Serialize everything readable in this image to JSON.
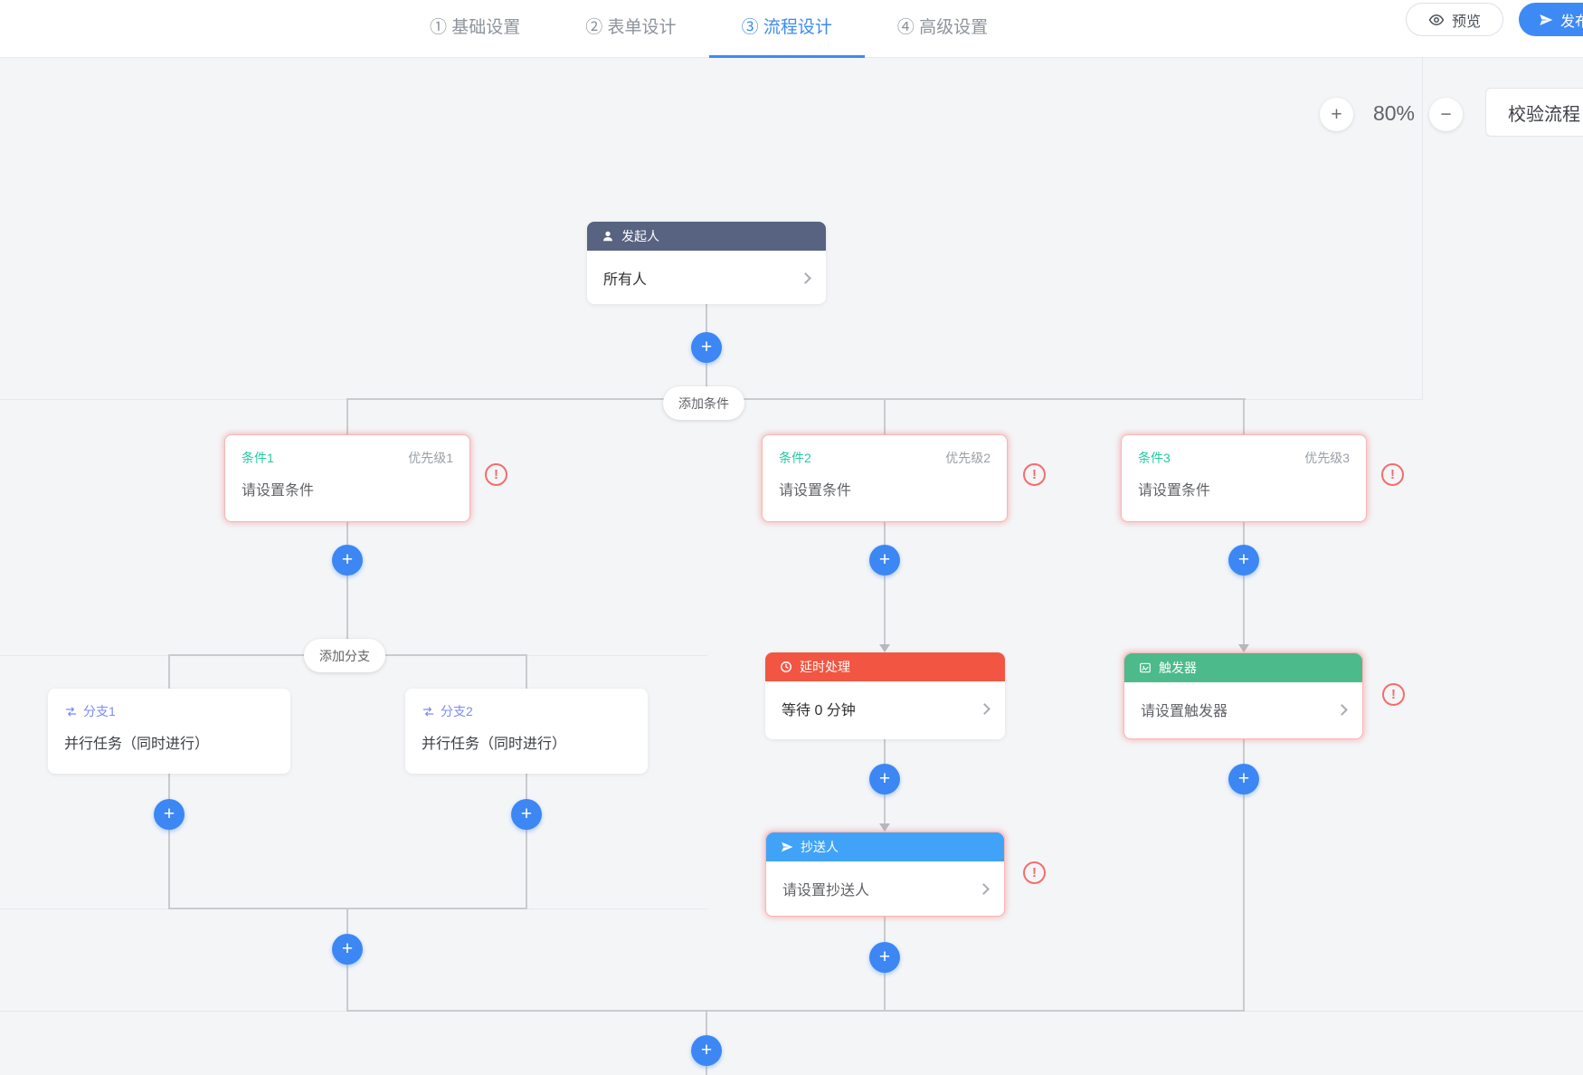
{
  "header": {
    "steps": [
      {
        "label": "① 基础设置",
        "active": false
      },
      {
        "label": "② 表单设计",
        "active": false
      },
      {
        "label": "③ 流程设计",
        "active": true
      },
      {
        "label": "④ 高级设置",
        "active": false
      }
    ],
    "preview_label": "预览",
    "publish_label": "发布"
  },
  "toolbar": {
    "zoom_in_label": "+",
    "zoom_out_label": "−",
    "zoom_level": "80%",
    "validate_label": "校验流程"
  },
  "glyphs": {
    "plus": "+",
    "warning": "!"
  },
  "flow": {
    "initiator": {
      "title": "发起人",
      "value": "所有人"
    },
    "add_condition_label": "添加条件",
    "add_branch_label": "添加分支",
    "conditions": [
      {
        "name": "条件1",
        "priority": "优先级1",
        "value": "请设置条件"
      },
      {
        "name": "条件2",
        "priority": "优先级2",
        "value": "请设置条件"
      },
      {
        "name": "条件3",
        "priority": "优先级3",
        "value": "请设置条件"
      }
    ],
    "branches": [
      {
        "name": "分支1",
        "value": "并行任务（同时进行）"
      },
      {
        "name": "分支2",
        "value": "并行任务（同时进行）"
      }
    ],
    "delay": {
      "title": "延时处理",
      "value": "等待 0 分钟"
    },
    "cc": {
      "title": "抄送人",
      "value": "请设置抄送人"
    },
    "trigger": {
      "title": "触发器",
      "value": "请设置触发器"
    }
  },
  "colors": {
    "accent_blue": "#3c87f4",
    "active_tab_blue": "#3d8af5",
    "error_red": "#f56c6c",
    "initiator_header": "#586381",
    "delay_header": "#f25643",
    "cc_header": "#41a3f8",
    "trigger_header": "#4cba8a",
    "condition_name_teal": "#26c9a2",
    "branch_label_indigo": "#7a8af6",
    "canvas_bg": "#f4f5f7"
  }
}
